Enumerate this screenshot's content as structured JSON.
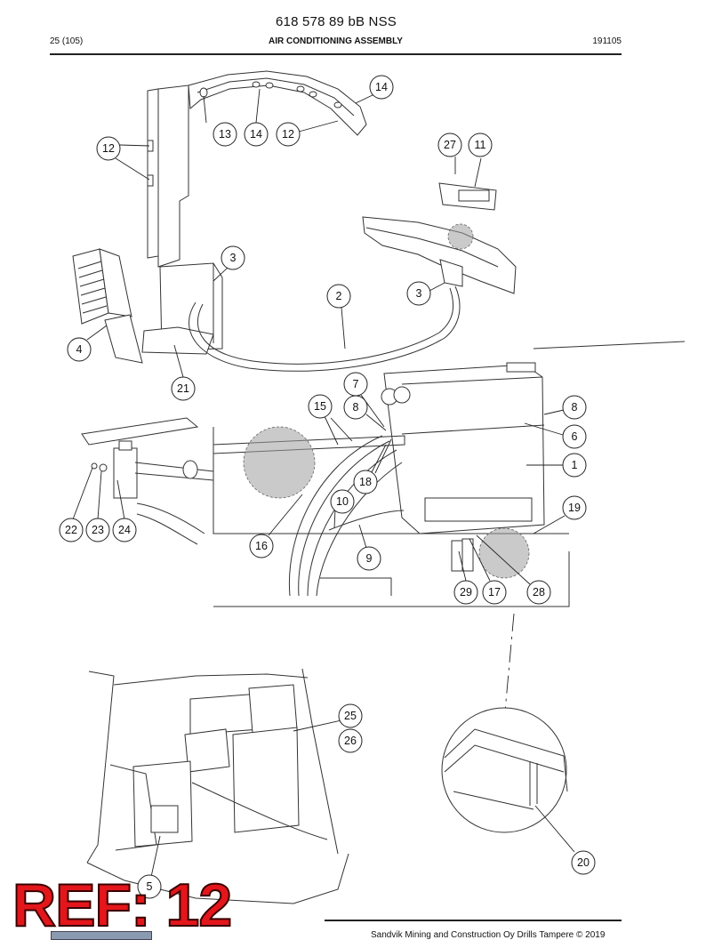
{
  "header": {
    "doc_number": "618 578 89 bB NSS",
    "page": "25 (105)",
    "title": "AIR CONDITIONING ASSEMBLY",
    "date": "191105"
  },
  "footer": {
    "copyright": "Sandvik Mining and Construction Oy Drills Tampere © 2019"
  },
  "stamp": "REF: 12",
  "callouts": [
    "14",
    "13",
    "14",
    "12",
    "12",
    "27",
    "11",
    "3",
    "3",
    "2",
    "4",
    "21",
    "7",
    "8",
    "15",
    "8",
    "6",
    "1",
    "18",
    "10",
    "22",
    "23",
    "24",
    "16",
    "9",
    "19",
    "29",
    "17",
    "28",
    "25",
    "26",
    "20",
    "5"
  ]
}
